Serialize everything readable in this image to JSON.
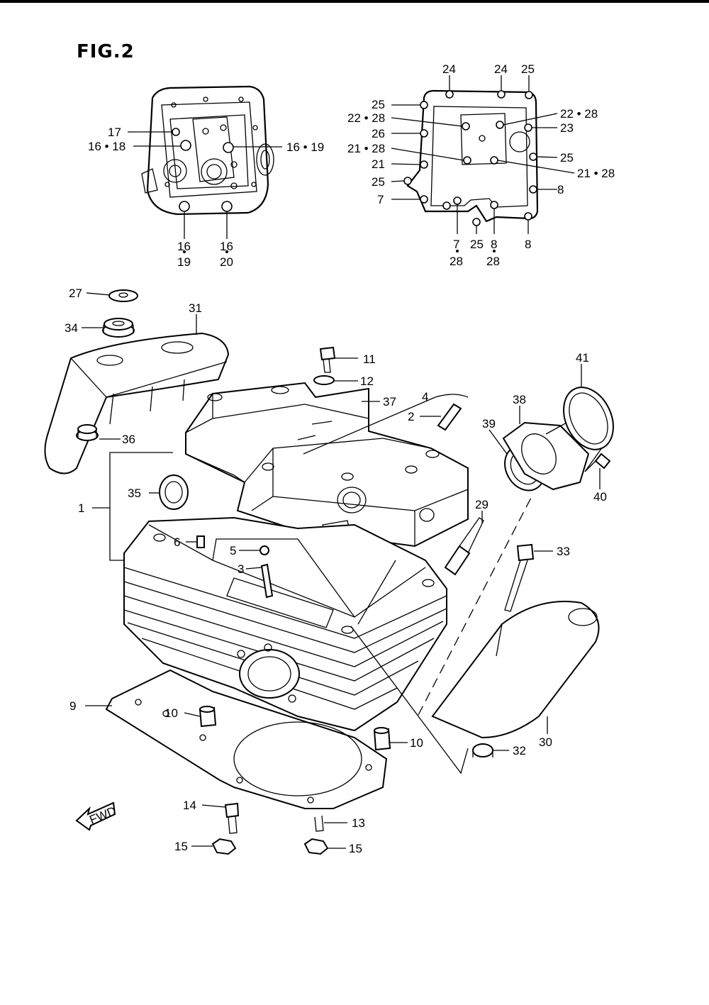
{
  "figure": {
    "title": "FIG.2",
    "fwd_label": "FWD"
  },
  "callouts": {
    "c1": "1",
    "c2": "2",
    "c3": "3",
    "c4": "4",
    "c5": "5",
    "c6": "6",
    "c7a": "7",
    "c7b": "7",
    "c8a": "8",
    "c8b": "8",
    "c8c": "8",
    "c9": "9",
    "c10a": "10",
    "c10b": "10",
    "c11": "11",
    "c12": "12",
    "c13": "13",
    "c14": "14",
    "c15a": "15",
    "c15b": "15",
    "c16_18": "16 • 18",
    "c16_19_right": "16 • 19",
    "c16_bl": "16",
    "c19_bl": "19",
    "c16_br": "16",
    "c20_br": "20",
    "c17": "17",
    "c21": "21",
    "c21_28_left": "21 • 28",
    "c21_28_right": "21 • 28",
    "c22_28_left": "22 • 28",
    "c22_28_right": "22 • 28",
    "c23": "23",
    "c24a": "24",
    "c24b": "24",
    "c25a": "25",
    "c25b": "25",
    "c25c": "25",
    "c25d": "25",
    "c25e": "25",
    "c26": "26",
    "c27": "27",
    "c28a": "28",
    "c28b": "28",
    "c29": "29",
    "c30": "30",
    "c31": "31",
    "c32": "32",
    "c33": "33",
    "c34": "34",
    "c35": "35",
    "c36": "36",
    "c37": "37",
    "c38": "38",
    "c39": "39",
    "c40": "40",
    "c41": "41"
  }
}
